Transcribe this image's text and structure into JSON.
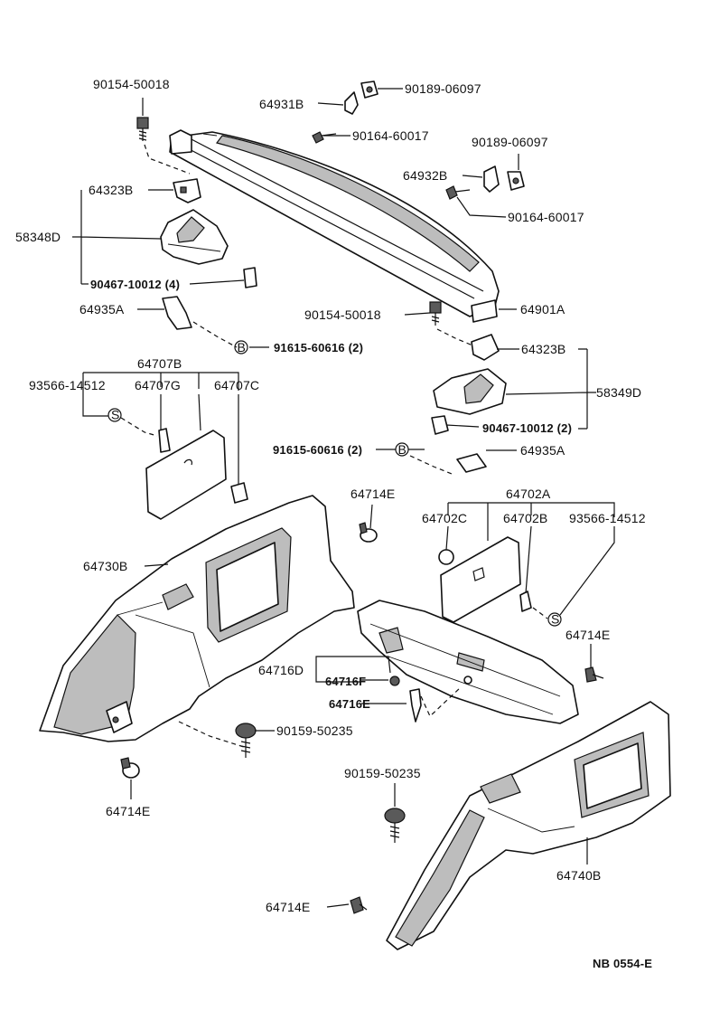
{
  "labels": {
    "p90154_50018_top": "90154-50018",
    "p64931B": "64931B",
    "p90189_06097_top": "90189-06097",
    "p90164_60017_top": "90164-60017",
    "p90189_06097_right": "90189-06097",
    "p64932B": "64932B",
    "p90164_60017_right": "90164-60017",
    "p64323B_left": "64323B",
    "p58348D": "58348D",
    "p90467_10012_left": "90467-10012 (4)",
    "p64935A_left": "64935A",
    "p90154_50018_mid": "90154-50018",
    "p64901A": "64901A",
    "p91615_60616_left": "91615-60616 (2)",
    "p64323B_right": "64323B",
    "p64707B": "64707B",
    "p93566_14512_left": "93566-14512",
    "p64707G": "64707G",
    "p64707C": "64707C",
    "p58349D": "58349D",
    "p90467_10012_right": "90467-10012 (2)",
    "p91615_60616_right": "91615-60616 (2)",
    "p64935A_right": "64935A",
    "p64714E_a": "64714E",
    "p64702A": "64702A",
    "p64702C": "64702C",
    "p64702B": "64702B",
    "p93566_14512_right": "93566-14512",
    "p64730B": "64730B",
    "p64714E_b": "64714E",
    "p64716D": "64716D",
    "p64716F": "64716F",
    "p64716E": "64716E",
    "p90159_50235_a": "90159-50235",
    "p64714E_c": "64714E",
    "p90159_50235_b": "90159-50235",
    "p64740B": "64740B",
    "p64714E_d": "64714E",
    "ref": "NB  0554-E"
  },
  "callout_marks": {
    "b": "B",
    "s": "S"
  }
}
